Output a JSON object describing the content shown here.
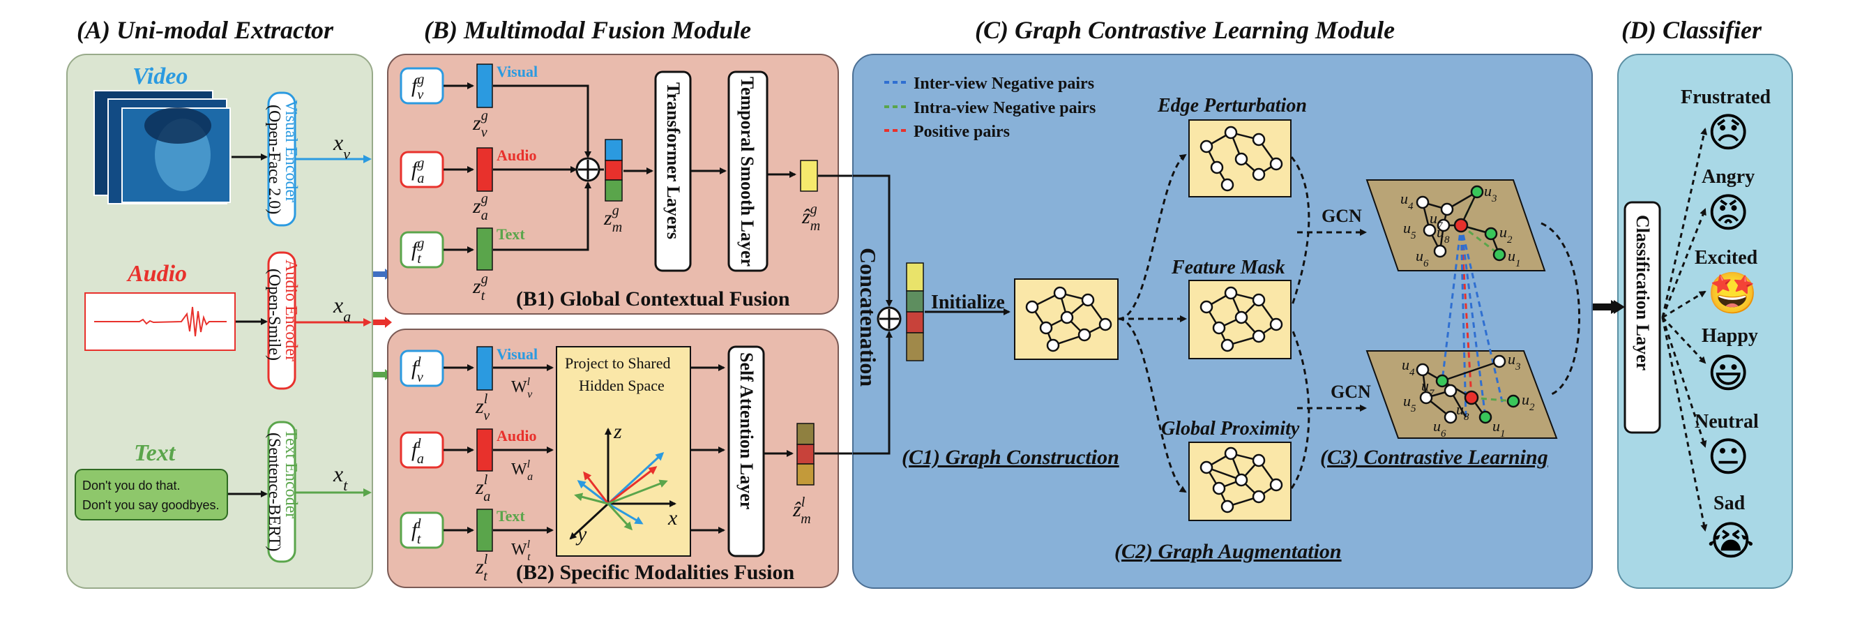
{
  "headers": {
    "a": "(A) Uni-modal Extractor",
    "b": "(B) Multimodal Fusion Module",
    "c": "(C) Graph Contrastive Learning Module",
    "d": "(D) Classifier"
  },
  "extractor": {
    "video_label": "Video",
    "audio_label": "Audio",
    "text_label": "Text",
    "visual_encoder": [
      "Visual Encoder",
      "(Open-Face 2.0)"
    ],
    "audio_encoder": [
      "Audio Encoder",
      "(Open-Smile)"
    ],
    "text_encoder": [
      "Text Encoder",
      "(Sentence-BERT)"
    ],
    "dialogue": [
      "Don't you do that.",
      "Don't you say goodbyes."
    ],
    "xv": "x",
    "xv_sub": "v",
    "xa": "x",
    "xa_sub": "a",
    "xt": "x",
    "xt_sub": "t"
  },
  "fusion": {
    "visual": "Visual",
    "audio": "Audio",
    "text": "Text",
    "transformer_layers": "Transformer Layers",
    "temporal_smooth": "Temporal Smooth Layer",
    "b1_title": "(B1) Global Contextual Fusion",
    "project_line1": "Project to Shared",
    "project_line2": "Hidden Space",
    "self_attention": "Self Attention Layer",
    "b2_title": "(B2) Specific Modalities Fusion",
    "concatenation": "Concatenation",
    "axis_z": "z",
    "axis_y": "y",
    "axis_x": "x",
    "f_base": "f",
    "z_base": "z",
    "w_base": "W",
    "sup_g": "g",
    "sup_l": "l",
    "sub_v": "v",
    "sub_a": "a",
    "sub_t": "t",
    "sub_m": "m",
    "hat_z": "ẑ"
  },
  "graph": {
    "legend": [
      "Inter-view Negative pairs",
      "Intra-view Negative pairs",
      "Positive pairs"
    ],
    "initialize": "Initialize",
    "edge_perturbation": "Edge Perturbation",
    "feature_mask": "Feature Mask",
    "global_proximity": "Global Proximity",
    "gcn": "GCN",
    "c1": "(C1) Graph Construction",
    "c2": "(C2) Graph Augmentation",
    "c3": "(C3) Contrastive Learning",
    "nodes": [
      "u",
      "u",
      "u",
      "u",
      "u",
      "u",
      "u",
      "u"
    ],
    "node_subs": [
      "4",
      "3",
      "5",
      "7",
      "8",
      "2",
      "6",
      "1"
    ]
  },
  "classifier": {
    "layer": "Classification Layer",
    "emotions": [
      {
        "label": "Frustrated",
        "icon": "😞"
      },
      {
        "label": "Angry",
        "icon": "😡"
      },
      {
        "label": "Excited",
        "icon": "🤩"
      },
      {
        "label": "Happy",
        "icon": "😃"
      },
      {
        "label": "Neutral",
        "icon": "😐"
      },
      {
        "label": "Sad",
        "icon": "😭"
      }
    ]
  },
  "colors": {
    "panel_a": "#dbe5d1",
    "panel_b": "#e9bbad",
    "panel_c": "#88b1d8",
    "panel_d": "#a9d8e6",
    "visual": "#2b9ae0",
    "audio": "#e8312c",
    "text": "#5aa54b",
    "yellow": "#fae7a8"
  }
}
